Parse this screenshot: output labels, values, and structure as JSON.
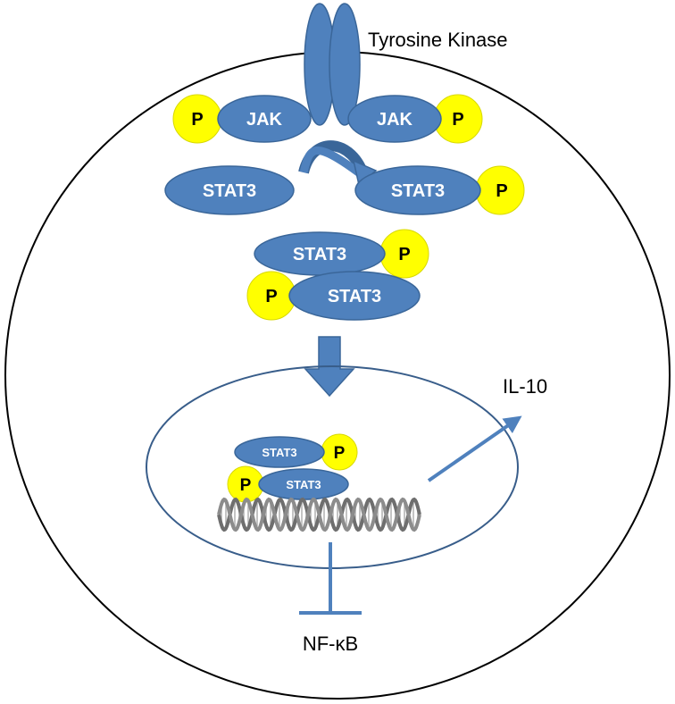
{
  "labels": {
    "receptor": "Tyrosine Kinase",
    "jak_left": "JAK",
    "jak_right": "JAK",
    "stat3": "STAT3",
    "phospho": "P",
    "output": "IL-10",
    "inhibited": "NF-κB"
  },
  "colors": {
    "protein_fill": "#4f81bd",
    "protein_stroke": "#3a6699",
    "phosphate_fill": "#ffff00",
    "arrow": "#4f81bd",
    "cell_outline": "#000000",
    "nucleus_outline": "#385d8a",
    "dna": "#8c8c8c"
  }
}
